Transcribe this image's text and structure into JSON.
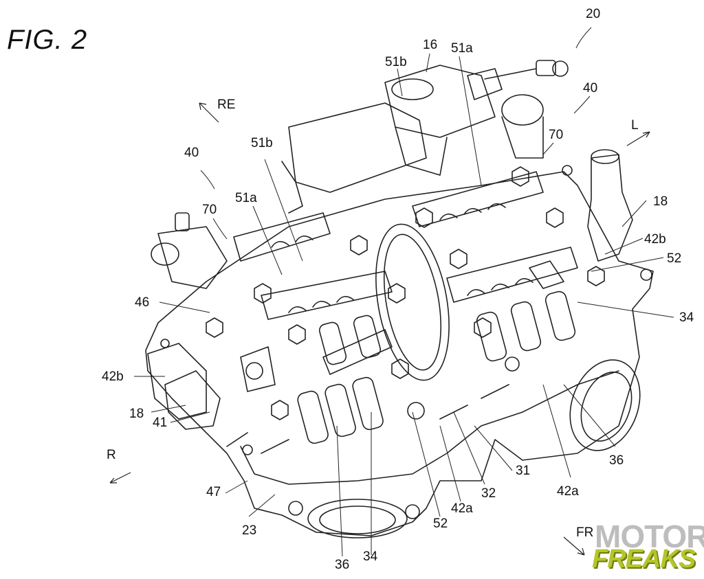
{
  "figure": {
    "title": "FIG. 2"
  },
  "directions": {
    "re": "RE",
    "l": "L",
    "r": "R",
    "fr": "FR"
  },
  "labels": {
    "l20": "20",
    "l16": "16",
    "l51a_top": "51a",
    "l51b_top": "51b",
    "l40_right": "40",
    "l70_right": "70",
    "l40_left": "40",
    "l51b_left": "51b",
    "l51a_left": "51a",
    "l70_left": "70",
    "l18_right": "18",
    "l42b_right": "42b",
    "l52_right": "52",
    "l46": "46",
    "l34_right": "34",
    "l42b_left": "42b",
    "l18_left": "18",
    "l41": "41",
    "l36_right": "36",
    "l31": "31",
    "l42a_right": "42a",
    "l32": "32",
    "l42a_mid": "42a",
    "l52_bottom": "52",
    "l47": "47",
    "l23": "23",
    "l36_bottom": "36",
    "l34_bottom": "34"
  },
  "watermark": {
    "line1": "MOTOR",
    "line2": "FREAKS"
  }
}
